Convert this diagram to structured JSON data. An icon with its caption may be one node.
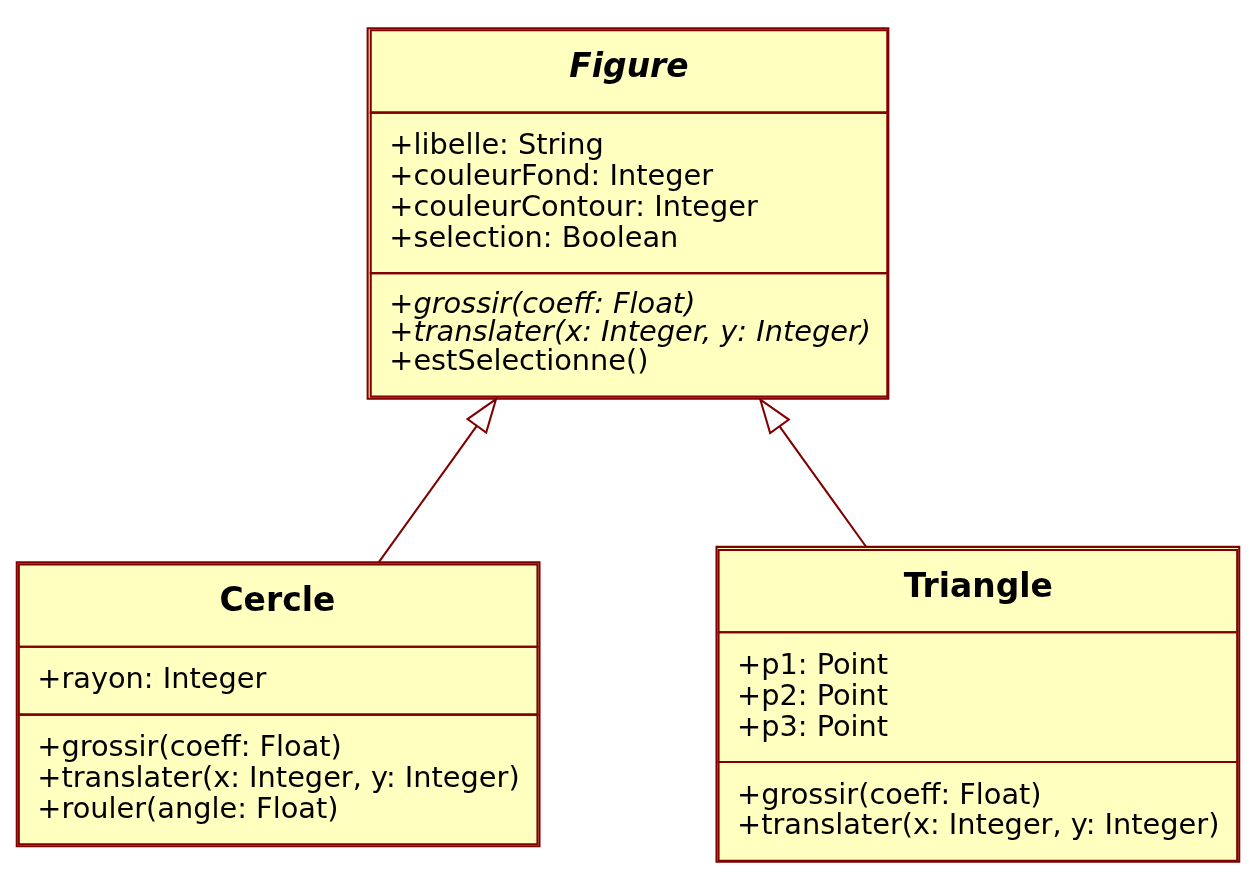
{
  "diagram": {
    "nodes": [
      {
        "text": [
          "Figure",
          "+libelle: String +couleurFond: Integer +couleurContour: Integer +selection: Boolean",
          "*+grossir(coeff: Float)* *+translater(x: Integer, y: Integer)* +estSelectionne()"
        ]
      },
      {
        "text": [
          "Cercle",
          "+rayon: Integer",
          "+grossir(coeff: Float) +translater(x: Integer, y: Integer) +rouler(angle: Float)"
        ]
      },
      {
        "text": [
          "Triangle",
          "+p1: Point +p2: Point +p3: Point",
          "+grossir(coeff: Float) +translater(x: Integer, y: Integer)"
        ]
      }
    ],
    "edges": [
      {
        "from": 1,
        "to": 0,
        "arrow": "to"
      },
      {
        "from": 2,
        "to": 0,
        "arrow": "to"
      }
    ]
  }
}
